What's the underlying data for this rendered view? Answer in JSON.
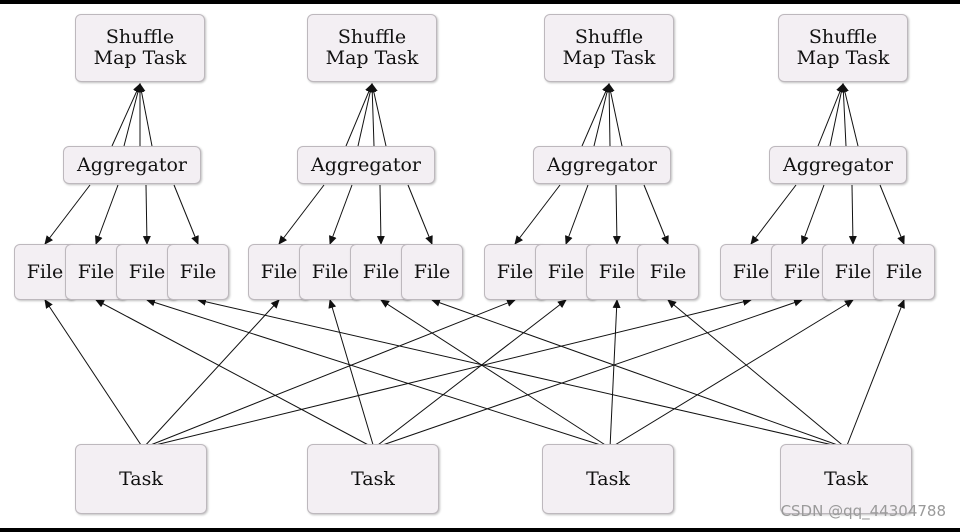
{
  "groups": [
    {
      "map_task": {
        "line1": "Shuffle",
        "line2": "Map Task"
      },
      "aggregator": "Aggregator",
      "files": [
        "File",
        "File",
        "File",
        "File"
      ]
    },
    {
      "map_task": {
        "line1": "Shuffle",
        "line2": "Map Task"
      },
      "aggregator": "Aggregator",
      "files": [
        "File",
        "File",
        "File",
        "File"
      ]
    },
    {
      "map_task": {
        "line1": "Shuffle",
        "line2": "Map Task"
      },
      "aggregator": "Aggregator",
      "files": [
        "File",
        "File",
        "File",
        "File"
      ]
    },
    {
      "map_task": {
        "line1": "Shuffle",
        "line2": "Map Task"
      },
      "aggregator": "Aggregator",
      "files": [
        "File",
        "File",
        "File",
        "File"
      ]
    }
  ],
  "tasks": [
    "Task",
    "Task",
    "Task",
    "Task"
  ],
  "watermark": "CSDN @qq_44304788",
  "colors": {
    "node_fill": "#f3eff3",
    "node_border": "#bdb8bd",
    "arrow": "#111111",
    "frame": "#000000"
  }
}
